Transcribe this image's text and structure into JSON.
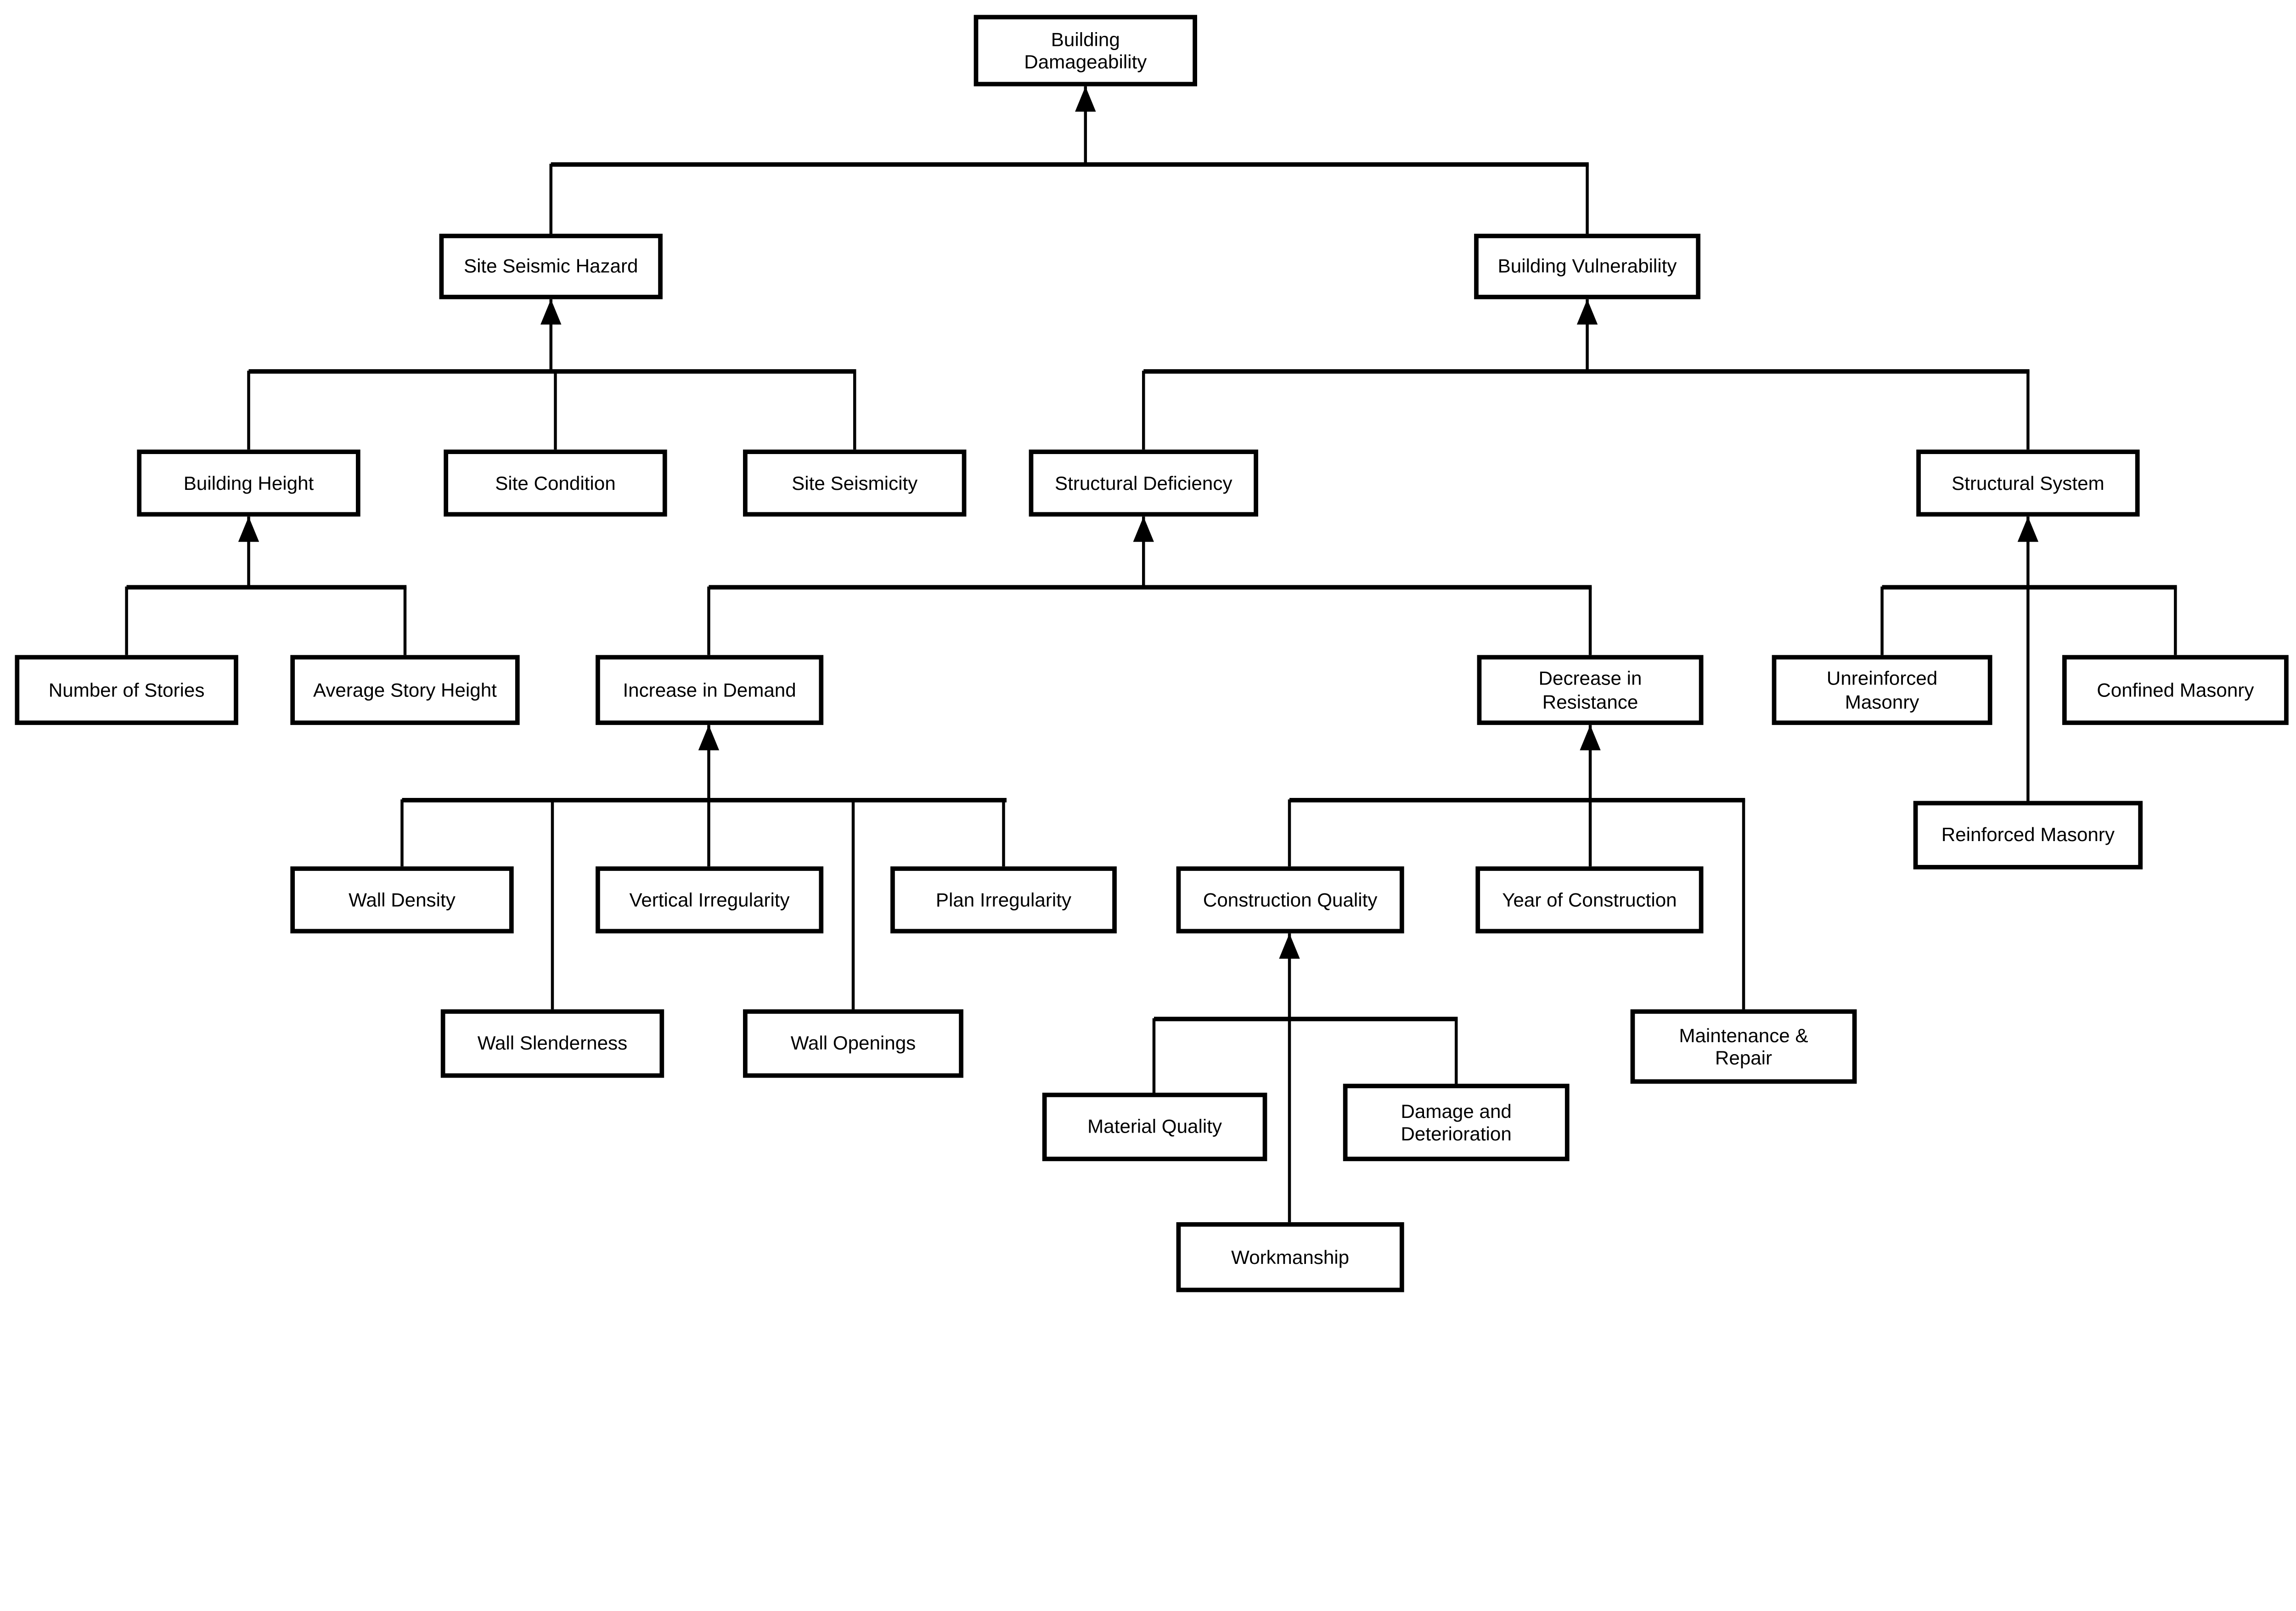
{
  "diagram": {
    "title": "Building Damageability factor hierarchy",
    "type": "tree",
    "arrow_direction": "child-to-parent"
  },
  "colors": {
    "background": "#ffffff",
    "line": "#000000",
    "box_border": "#000000",
    "text": "#000000"
  },
  "nodes": {
    "building_damageability": {
      "label": "Building\nDamageability"
    },
    "site_seismic_hazard": {
      "label": "Site Seismic Hazard"
    },
    "building_vulnerability": {
      "label": "Building Vulnerability"
    },
    "building_height": {
      "label": "Building Height"
    },
    "site_condition": {
      "label": "Site Condition"
    },
    "site_seismicity": {
      "label": "Site Seismicity"
    },
    "structural_deficiency": {
      "label": "Structural Deficiency"
    },
    "structural_system": {
      "label": "Structural System"
    },
    "number_of_stories": {
      "label": "Number of Stories"
    },
    "average_story_height": {
      "label": "Average Story Height"
    },
    "increase_in_demand": {
      "label": "Increase in Demand"
    },
    "decrease_in_resistance": {
      "label": "Decrease in\nResistance"
    },
    "unreinforced_masonry": {
      "label": "Unreinforced\nMasonry"
    },
    "confined_masonry": {
      "label": "Confined Masonry"
    },
    "reinforced_masonry": {
      "label": "Reinforced Masonry"
    },
    "wall_density": {
      "label": "Wall Density"
    },
    "vertical_irregularity": {
      "label": "Vertical Irregularity"
    },
    "plan_irregularity": {
      "label": "Plan Irregularity"
    },
    "construction_quality": {
      "label": "Construction Quality"
    },
    "year_of_construction": {
      "label": "Year of Construction"
    },
    "wall_slenderness": {
      "label": "Wall Slenderness"
    },
    "wall_openings": {
      "label": "Wall Openings"
    },
    "maintenance_and_repair": {
      "label": "Maintenance &\nRepair"
    },
    "material_quality": {
      "label": "Material Quality"
    },
    "damage_and_deterioration": {
      "label": "Damage and\nDeterioration"
    },
    "workmanship": {
      "label": "Workmanship"
    }
  },
  "edges": [
    {
      "from": "site_seismic_hazard",
      "to": "building_damageability"
    },
    {
      "from": "building_vulnerability",
      "to": "building_damageability"
    },
    {
      "from": "building_height",
      "to": "site_seismic_hazard"
    },
    {
      "from": "site_condition",
      "to": "site_seismic_hazard"
    },
    {
      "from": "site_seismicity",
      "to": "site_seismic_hazard"
    },
    {
      "from": "structural_deficiency",
      "to": "building_vulnerability"
    },
    {
      "from": "structural_system",
      "to": "building_vulnerability"
    },
    {
      "from": "number_of_stories",
      "to": "building_height"
    },
    {
      "from": "average_story_height",
      "to": "building_height"
    },
    {
      "from": "increase_in_demand",
      "to": "structural_deficiency"
    },
    {
      "from": "decrease_in_resistance",
      "to": "structural_deficiency"
    },
    {
      "from": "unreinforced_masonry",
      "to": "structural_system"
    },
    {
      "from": "confined_masonry",
      "to": "structural_system"
    },
    {
      "from": "reinforced_masonry",
      "to": "structural_system"
    },
    {
      "from": "wall_density",
      "to": "increase_in_demand"
    },
    {
      "from": "wall_slenderness",
      "to": "increase_in_demand"
    },
    {
      "from": "vertical_irregularity",
      "to": "increase_in_demand"
    },
    {
      "from": "wall_openings",
      "to": "increase_in_demand"
    },
    {
      "from": "plan_irregularity",
      "to": "increase_in_demand"
    },
    {
      "from": "construction_quality",
      "to": "decrease_in_resistance"
    },
    {
      "from": "year_of_construction",
      "to": "decrease_in_resistance"
    },
    {
      "from": "maintenance_and_repair",
      "to": "decrease_in_resistance"
    },
    {
      "from": "material_quality",
      "to": "construction_quality"
    },
    {
      "from": "damage_and_deterioration",
      "to": "construction_quality"
    },
    {
      "from": "workmanship",
      "to": "construction_quality"
    }
  ]
}
